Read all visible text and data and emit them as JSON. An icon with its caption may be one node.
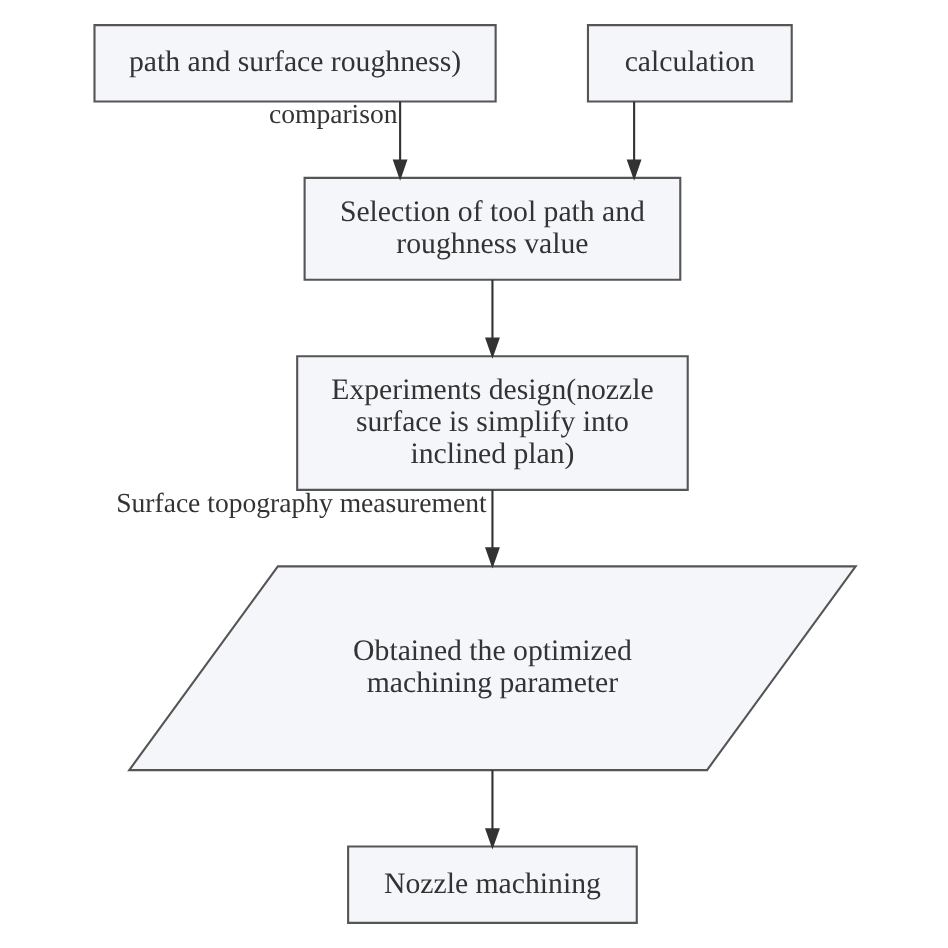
{
  "diagram": {
    "nodes": [
      {
        "text": [
          "path and surface roughness)"
        ]
      },
      {
        "text": [
          "calculation"
        ]
      },
      {
        "text": [
          "Selection of tool path and roughness value"
        ]
      },
      {
        "text": [
          "Experiments design(nozzle surface is simplify into inclined plan)"
        ]
      },
      {
        "text": [
          "Obtained the optimized machining parameter"
        ]
      },
      {
        "text": [
          "Nozzle machining"
        ]
      }
    ],
    "edges": [
      {
        "from": 0,
        "to": 2,
        "arrow": "to",
        "label": "comparison"
      },
      {
        "from": 1,
        "to": 2,
        "arrow": "to"
      },
      {
        "from": 2,
        "to": 3,
        "arrow": "to"
      },
      {
        "from": 3,
        "to": 4,
        "arrow": "to",
        "label": "Surface topography measurement"
      },
      {
        "from": 4,
        "to": 5,
        "arrow": "to"
      }
    ]
  }
}
